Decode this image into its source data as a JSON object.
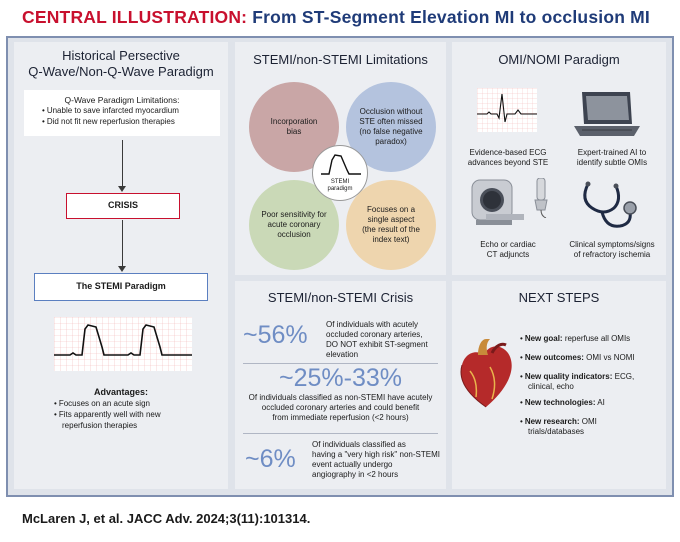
{
  "header": {
    "lead": "CENTRAL ILLUSTRATION:",
    "title": "From ST-Segment Elevation MI to occlusion MI"
  },
  "historical": {
    "title_line1": "Historical Persective",
    "title_line2": "Q-Wave/Non-Q-Wave Paradigm",
    "limitations_title": "Q-Wave Paradigm Limitations:",
    "limitations": [
      "Unable to save infarcted myocardium",
      "Did not fit new reperfusion therapies"
    ],
    "crisis_label": "CRISIS",
    "stemi_paradigm_label": "The STEMI Paradigm",
    "advantages_title": "Advantages:",
    "advantages": [
      "Focuses on an acute sign",
      "Fits apparently well with new",
      "reperfusion therapies"
    ]
  },
  "limitations_panel": {
    "title": "STEMI/non-STEMI Limitations",
    "bubbles": [
      "Incorporation bias",
      "Occlusion without STE often missed (no false negative paradox)",
      "Poor sensitivity for acute coronary occlusion",
      "Focuses on a single aspect (the result of the index text)"
    ],
    "center_label_line1": "STEMI",
    "center_label_line2": "paradigm"
  },
  "crisis_panel": {
    "title": "STEMI/non-STEMI Crisis",
    "stats": [
      {
        "value": "~56%",
        "lines": [
          "Of individuals with acutely",
          "occluded coronary arteries,",
          "DO NOT exhibit ST-segment",
          "elevation"
        ]
      },
      {
        "value": "~25%-33%",
        "lines": [
          "Of individuals classified as non-STEMI have acutely",
          "occluded coronary arteries and could benefit",
          "from immediate reperfusion (<2 hours)"
        ]
      },
      {
        "value": "~6%",
        "lines": [
          "Of individuals classified as",
          "having a \"very high risk\" non-STEMI",
          "event actually undergo",
          "angiography in <2 hours"
        ]
      }
    ]
  },
  "omi_panel": {
    "title": "OMI/NOMI Paradigm",
    "items": [
      {
        "line1": "Evidence-based ECG",
        "line2": "advances beyond STE"
      },
      {
        "line1": "Expert-trained AI to",
        "line2": "identify subtle OMIs"
      },
      {
        "line1": "Echo or cardiac",
        "line2": "CT adjuncts"
      },
      {
        "line1": "Clinical symptoms/signs",
        "line2": "of refractory ischemia"
      }
    ]
  },
  "next_steps": {
    "title": "NEXT STEPS",
    "items": [
      {
        "key": "New goal:",
        "text": " reperfuse all OMIs"
      },
      {
        "key": "New outcomes:",
        "text": " OMI vs NOMI"
      },
      {
        "key": "New quality indicators:",
        "text": " ECG,"
      },
      {
        "key": "",
        "text": "clinical, echo"
      },
      {
        "key": "New technologies:",
        "text": " AI"
      },
      {
        "key": "New research:",
        "text": " OMI"
      },
      {
        "key": "",
        "text": "trials/databases"
      }
    ]
  },
  "citation": "McLaren J, et al. JACC Adv. 2024;3(11):101314.",
  "colors": {
    "accent_red": "#c8102e",
    "title_blue": "#1f3b78",
    "stat_blue": "#6f8dc4",
    "bubble_red": "#c9a6a6",
    "bubble_blue": "#b4c3de",
    "bubble_green": "#cad9b7",
    "bubble_orange": "#eed5ae"
  },
  "icons": [
    "ecg-trace-icon",
    "laptop-icon",
    "ct-scanner-icon",
    "ultrasound-probe-icon",
    "stethoscope-icon",
    "heart-icon",
    "ecg-strip-icon"
  ]
}
